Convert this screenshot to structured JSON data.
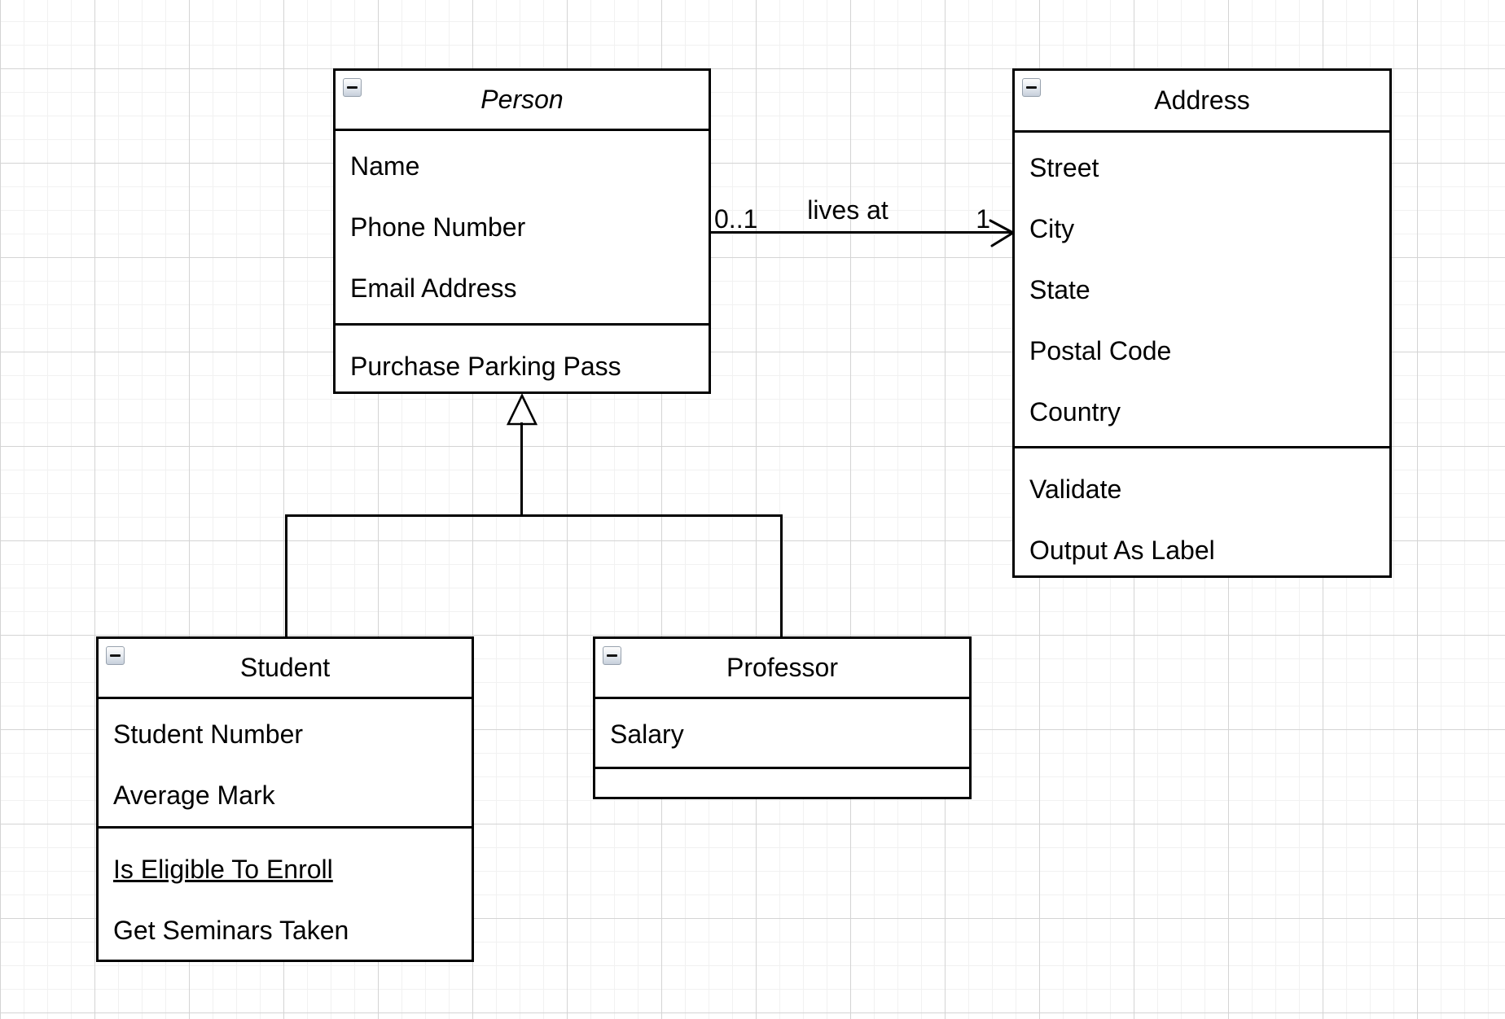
{
  "diagram": {
    "kind": "uml-class-diagram"
  },
  "classes": {
    "person": {
      "title": "Person",
      "abstract": true,
      "attributes": [
        "Name",
        "Phone Number",
        "Email Address"
      ],
      "methods": [
        "Purchase Parking Pass"
      ]
    },
    "address": {
      "title": "Address",
      "abstract": false,
      "attributes": [
        "Street",
        "City",
        "State",
        "Postal Code",
        "Country"
      ],
      "methods": [
        "Validate",
        "Output As Label"
      ]
    },
    "student": {
      "title": "Student",
      "abstract": false,
      "attributes": [
        "Student Number",
        "Average Mark"
      ],
      "methods": [
        "Is Eligible To Enroll",
        "Get Seminars Taken"
      ],
      "static_methods": [
        "Is Eligible To Enroll"
      ]
    },
    "professor": {
      "title": "Professor",
      "abstract": false,
      "attributes": [
        "Salary"
      ],
      "methods": []
    }
  },
  "relationships": {
    "lives_at": {
      "type": "association",
      "label": "lives at",
      "source": "Person",
      "target": "Address",
      "source_multiplicity": "0..1",
      "target_multiplicity": "1"
    },
    "generalization": {
      "type": "inheritance",
      "parent": "Person",
      "children": [
        "Student",
        "Professor"
      ]
    }
  },
  "icons": {
    "collapse": "minus-icon"
  },
  "colors": {
    "line": "#000000",
    "box_bg": "#ffffff",
    "grid_minor": "#f1f1f1",
    "grid_major": "#d4d4d4",
    "collapse_border": "#97a1ad"
  }
}
